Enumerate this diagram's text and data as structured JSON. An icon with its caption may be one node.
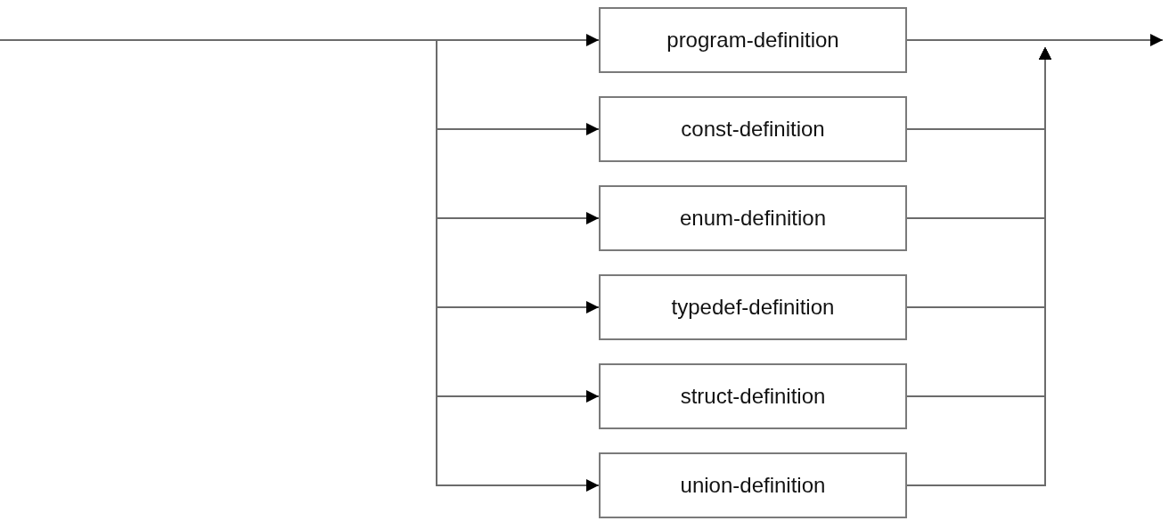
{
  "diagram": {
    "nodes": [
      {
        "text": [
          "program-definition"
        ]
      },
      {
        "text": [
          "const-definition"
        ]
      },
      {
        "text": [
          "enum-definition"
        ]
      },
      {
        "text": [
          "typedef-definition"
        ]
      },
      {
        "text": [
          "struct-definition"
        ]
      },
      {
        "text": [
          "union-definition"
        ]
      }
    ],
    "edges": [
      {
        "from": null,
        "to": 0,
        "arrow": "to"
      },
      {
        "from": null,
        "to": 1,
        "arrow": "to"
      },
      {
        "from": null,
        "to": 2,
        "arrow": "to"
      },
      {
        "from": null,
        "to": 3,
        "arrow": "to"
      },
      {
        "from": null,
        "to": 4,
        "arrow": "to"
      },
      {
        "from": null,
        "to": 5,
        "arrow": "to"
      },
      {
        "from": 0,
        "to": null,
        "arrow": "to"
      },
      {
        "from": 1,
        "to": null,
        "arrow": "to"
      },
      {
        "from": 2,
        "to": null,
        "arrow": "to"
      },
      {
        "from": 3,
        "to": null,
        "arrow": "to"
      },
      {
        "from": 4,
        "to": null,
        "arrow": "to"
      },
      {
        "from": 5,
        "to": null,
        "arrow": "to"
      }
    ]
  }
}
